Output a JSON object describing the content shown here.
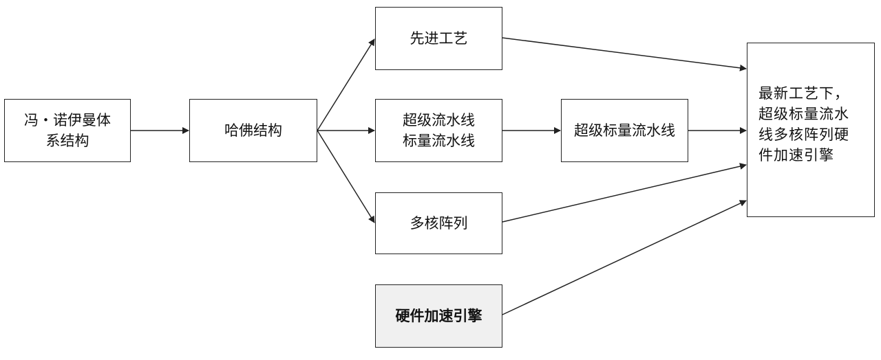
{
  "nodes": {
    "von_neumann": "冯・诺伊曼体\n系结构",
    "harvard": "哈佛结构",
    "advanced_process": "先进工艺",
    "superpipeline": "超级流水线\n标量流水线",
    "multicore": "多核阵列",
    "hw_accel": "硬件加速引擎",
    "superscalar": "超级标量流水线",
    "final": "最新工艺下，\n超级标量流水\n线多核阵列硬\n件加速引擎"
  },
  "edges": [
    {
      "from": "von_neumann",
      "to": "harvard"
    },
    {
      "from": "harvard",
      "to": "advanced_process"
    },
    {
      "from": "harvard",
      "to": "superpipeline"
    },
    {
      "from": "harvard",
      "to": "multicore"
    },
    {
      "from": "superpipeline",
      "to": "superscalar"
    },
    {
      "from": "advanced_process",
      "to": "final"
    },
    {
      "from": "superscalar",
      "to": "final"
    },
    {
      "from": "multicore",
      "to": "final"
    },
    {
      "from": "hw_accel",
      "to": "final"
    }
  ],
  "colors": {
    "stroke": "#222222",
    "box_fill": "#ffffff",
    "highlight_fill": "#f0f0f0"
  }
}
